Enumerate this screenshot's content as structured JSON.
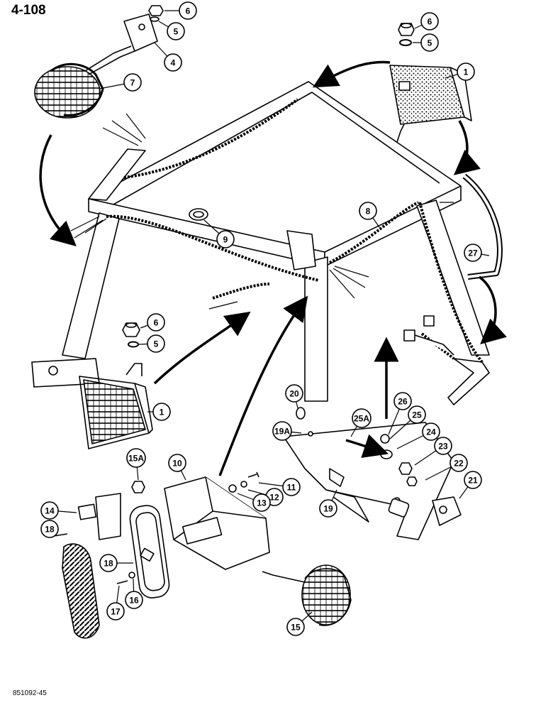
{
  "page_number": "4-108",
  "figure_code": "851092-45",
  "callouts": [
    {
      "id": "6a",
      "label": "6"
    },
    {
      "id": "5a",
      "label": "5"
    },
    {
      "id": "4",
      "label": "4"
    },
    {
      "id": "7",
      "label": "7"
    },
    {
      "id": "6b",
      "label": "6"
    },
    {
      "id": "5b",
      "label": "5"
    },
    {
      "id": "1a",
      "label": "1"
    },
    {
      "id": "8",
      "label": "8"
    },
    {
      "id": "9",
      "label": "9"
    },
    {
      "id": "27",
      "label": "27"
    },
    {
      "id": "6c",
      "label": "6"
    },
    {
      "id": "5c",
      "label": "5"
    },
    {
      "id": "1b",
      "label": "1"
    },
    {
      "id": "20",
      "label": "20"
    },
    {
      "id": "26",
      "label": "26"
    },
    {
      "id": "25A",
      "label": "25A"
    },
    {
      "id": "25",
      "label": "25"
    },
    {
      "id": "19A",
      "label": "19A"
    },
    {
      "id": "24",
      "label": "24"
    },
    {
      "id": "23",
      "label": "23"
    },
    {
      "id": "22",
      "label": "22"
    },
    {
      "id": "21",
      "label": "21"
    },
    {
      "id": "19",
      "label": "19"
    },
    {
      "id": "15A",
      "label": "15A"
    },
    {
      "id": "10",
      "label": "10"
    },
    {
      "id": "11",
      "label": "11"
    },
    {
      "id": "12",
      "label": "12"
    },
    {
      "id": "13",
      "label": "13"
    },
    {
      "id": "14",
      "label": "14"
    },
    {
      "id": "18a",
      "label": "18"
    },
    {
      "id": "18b",
      "label": "18"
    },
    {
      "id": "17",
      "label": "17"
    },
    {
      "id": "16",
      "label": "16"
    },
    {
      "id": "15",
      "label": "15"
    }
  ]
}
